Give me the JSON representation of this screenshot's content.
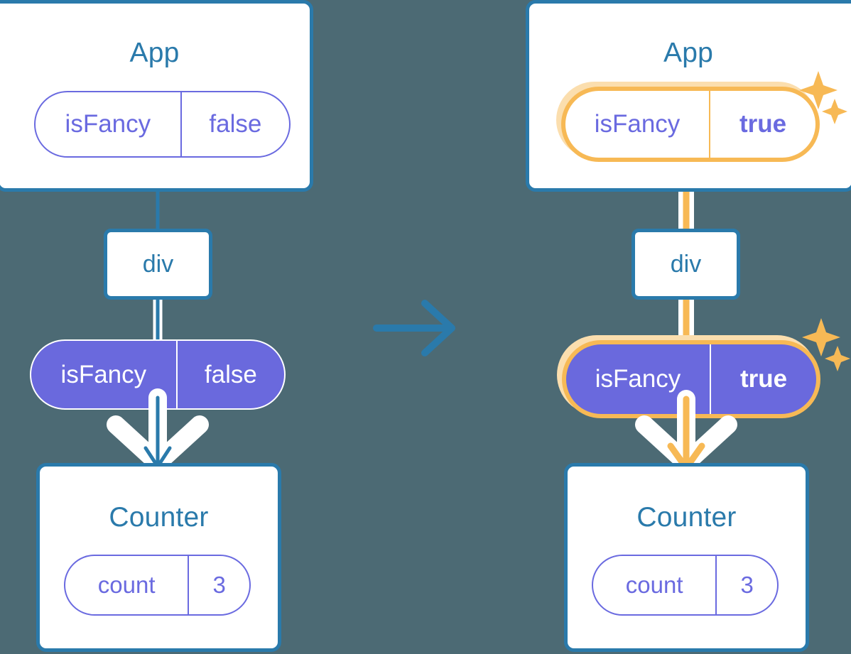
{
  "theme": {
    "background": "#4c6a74",
    "box_border": "#2a7aab",
    "title_text": "#2a7aab",
    "pill_purple": "#6a6ae0",
    "pill_filled": "#6a69dd",
    "highlight_orange": "#f7b955",
    "highlight_halo": "#fbdeae",
    "white": "#ffffff"
  },
  "diagram": {
    "type": "react-state-propagation",
    "transition_icon": "arrow-right-icon",
    "panels": [
      {
        "id": "before",
        "app": {
          "title": "App",
          "state": {
            "key": "isFancy",
            "value": "false",
            "highlighted": false
          }
        },
        "host": {
          "label": "div"
        },
        "prop": {
          "key": "isFancy",
          "value": "false",
          "highlighted": false
        },
        "counter": {
          "title": "Counter",
          "state": {
            "key": "count",
            "value": "3",
            "highlighted": false
          }
        }
      },
      {
        "id": "after",
        "app": {
          "title": "App",
          "state": {
            "key": "isFancy",
            "value": "true",
            "highlighted": true
          }
        },
        "host": {
          "label": "div"
        },
        "prop": {
          "key": "isFancy",
          "value": "true",
          "highlighted": true
        },
        "counter": {
          "title": "Counter",
          "state": {
            "key": "count",
            "value": "3",
            "highlighted": false
          }
        },
        "sparkles": [
          "sparkle-large",
          "sparkle-small"
        ]
      }
    ]
  }
}
